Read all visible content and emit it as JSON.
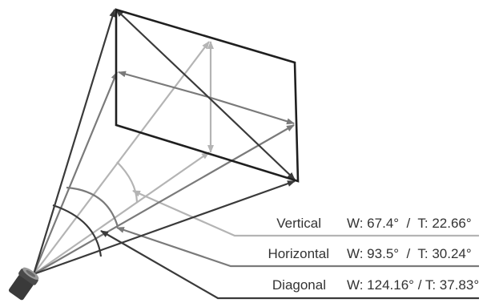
{
  "colors": {
    "diagonal": "#3a3a3a",
    "horizontal": "#7a7a7a",
    "vertical": "#b4b4b4",
    "frame": "#1f1f1f",
    "camera_body": "#3a3a3a",
    "camera_lens": "#9a9a9a"
  },
  "icons": {
    "camera": "camera-icon"
  },
  "rows": [
    {
      "key": "vertical",
      "name": "Vertical",
      "value": "W: 67.4°  /  T: 22.66°"
    },
    {
      "key": "horizontal",
      "name": "Horizontal",
      "value": "W: 93.5°  /  T: 30.24°"
    },
    {
      "key": "diagonal",
      "name": "Diagonal",
      "value": "W: 124.16° / T: 37.83°"
    }
  ]
}
